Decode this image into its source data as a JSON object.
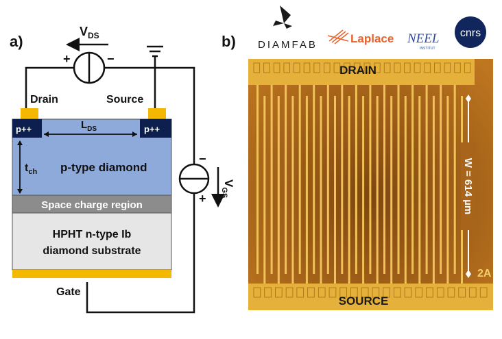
{
  "panel_a": {
    "panel_label": "a)",
    "vds_label": "V",
    "vds_sub": "DS",
    "plus": "+",
    "minus": "−",
    "drain_label": "Drain",
    "source_label": "Source",
    "contact_label": "p++",
    "lds_label": "L",
    "lds_sub": "DS",
    "tch_label": "t",
    "tch_sub": "ch",
    "channel_label": "p-type diamond",
    "space_charge_label": "Space charge region",
    "substrate_line1": "HPHT n-type Ib",
    "substrate_line2": "diamond substrate",
    "vgs_label": "V",
    "vgs_sub": "GS",
    "gate_label": "Gate",
    "colors": {
      "gold": "#f5b800",
      "contact": "#0d1f4f",
      "p_diamond": "#8eaadb",
      "space_charge": "#8c8c8c",
      "substrate": "#e6e6e6",
      "wire": "#111111"
    }
  },
  "panel_b": {
    "panel_label": "b)",
    "logos": {
      "diamfab": "DIAMFAB",
      "laplace": "Laplace",
      "neel": "NEEL",
      "neel_sub": "INSTITUT",
      "cnrs": "cnrs"
    },
    "drain_label": "DRAIN",
    "source_label": "SOURCE",
    "width_label": "W = 614 µm",
    "device_id": "2A",
    "colors": {
      "background": "#9c5a14",
      "pad": "#e6b13a",
      "finger": "#f2c25a"
    }
  }
}
